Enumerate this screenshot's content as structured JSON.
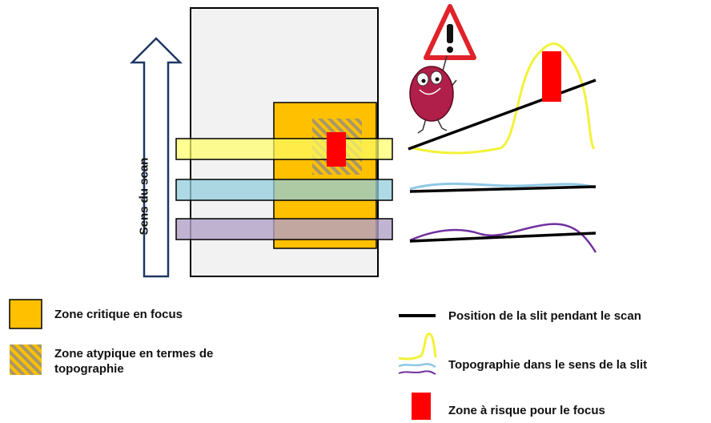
{
  "diagram": {
    "scan_direction_label": "Sens du scan"
  },
  "legend": {
    "critical_zone": "Zone critique en focus",
    "atypical_zone": "Zone atypique en termes de topographie",
    "slit_position": "Position de la slit pendant le scan",
    "topography": "Topographie dans le sens de la slit",
    "risk_zone": "Zone à risque pour le focus"
  },
  "colors": {
    "critical_zone": "#ffc000",
    "atypical_hatch": "#c9a05a",
    "risk_zone": "#ff0000",
    "slit_yellow": "#ffff66",
    "slit_blue": "#92cddc",
    "slit_purple": "#b1a0c7",
    "curve_yellow": "#f2f23a",
    "curve_blue": "#8ec8e6",
    "curve_purple": "#7030a0",
    "warning_red": "#e0232a",
    "mascot": "#b01e4a"
  },
  "icons": [
    "scan-direction-arrow-icon",
    "warning-sign-icon",
    "bug-mascot-icon"
  ]
}
